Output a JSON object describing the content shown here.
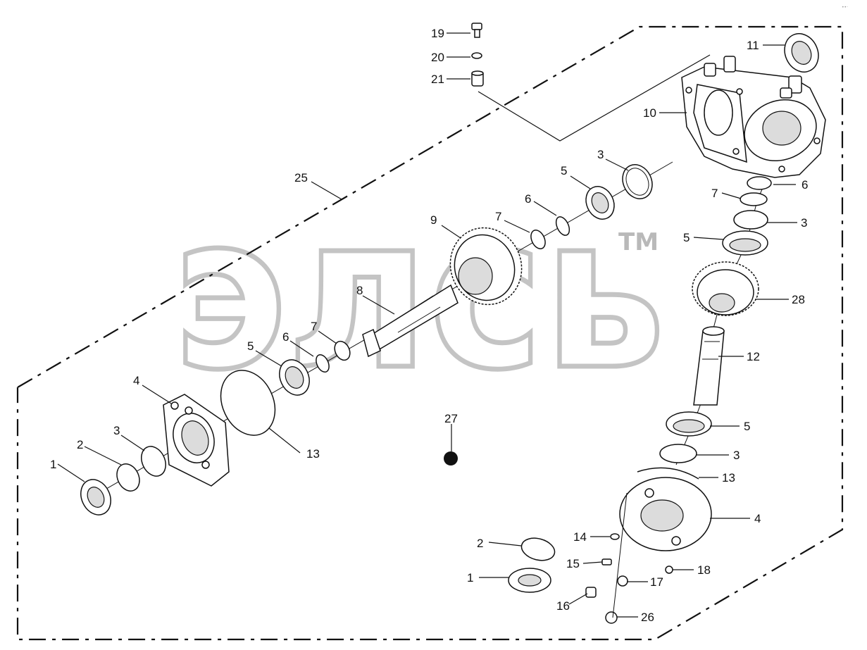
{
  "watermark": {
    "text": "элсь",
    "tm": "TM"
  },
  "corner_mark": "••·",
  "callouts": {
    "c19": "19",
    "c20": "20",
    "c21": "21",
    "c11": "11",
    "c10": "10",
    "c25": "25",
    "c3a": "3",
    "c5a": "5",
    "c6a": "6",
    "c7a": "7",
    "c9": "9",
    "c8": "8",
    "c7b": "7",
    "c6b": "6",
    "c5b": "5",
    "c4a": "4",
    "c13a": "13",
    "c3b": "3",
    "c2a": "2",
    "c1a": "1",
    "c27": "27",
    "c6c": "6",
    "c7c": "7",
    "c3c": "3",
    "c5c": "5",
    "c28": "28",
    "c12": "12",
    "c5d": "5",
    "c3d": "3",
    "c13b": "13",
    "c4b": "4",
    "c14": "14",
    "c2b": "2",
    "c15": "15",
    "c18": "18",
    "c1b": "1",
    "c17": "17",
    "c16": "16",
    "c26": "26"
  }
}
